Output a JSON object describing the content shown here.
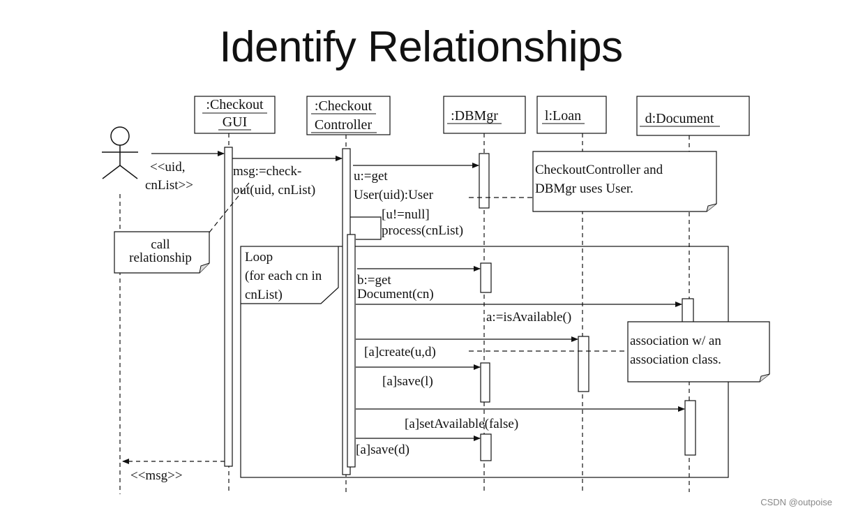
{
  "title": "Identify Relationships",
  "lifelines": [
    {
      "line1": ":Checkout",
      "line2": "GUI"
    },
    {
      "line1": ":Checkout",
      "line2": "Controller"
    },
    {
      "line1": ":DBMgr",
      "line2": ""
    },
    {
      "line1": "l:Loan",
      "line2": ""
    },
    {
      "line1": "d:Document",
      "line2": ""
    }
  ],
  "messages": {
    "uid": "<<uid,",
    "cnlist": "cnList>>",
    "msg_check_1": "msg:=check-",
    "msg_check_2": "out(uid, cnList)",
    "getuser_1": "u:=get",
    "getuser_2": "User(uid):User",
    "guard_1": "[u!=null]",
    "guard_2": "process(cnList)",
    "getdoc_1": "b:=get",
    "getdoc_2": "Document(cn)",
    "isavailable": "a:=isAvailable()",
    "create": "[a]create(u,d)",
    "save_l": "[a]save(l)",
    "set_available": "[a]setAvailable(false)",
    "save_d": "[a]save(d)",
    "return_msg": "<<msg>>"
  },
  "loop": {
    "line1": "Loop",
    "line2": "(for each cn in",
    "line3": "cnList)"
  },
  "notes": {
    "call_1": "call",
    "call_2": "relationship",
    "uses_1": "CheckoutController and",
    "uses_2": "DBMgr uses User.",
    "assoc_1": "association w/ an",
    "assoc_2": "association class."
  },
  "watermark": "CSDN @outpoise"
}
